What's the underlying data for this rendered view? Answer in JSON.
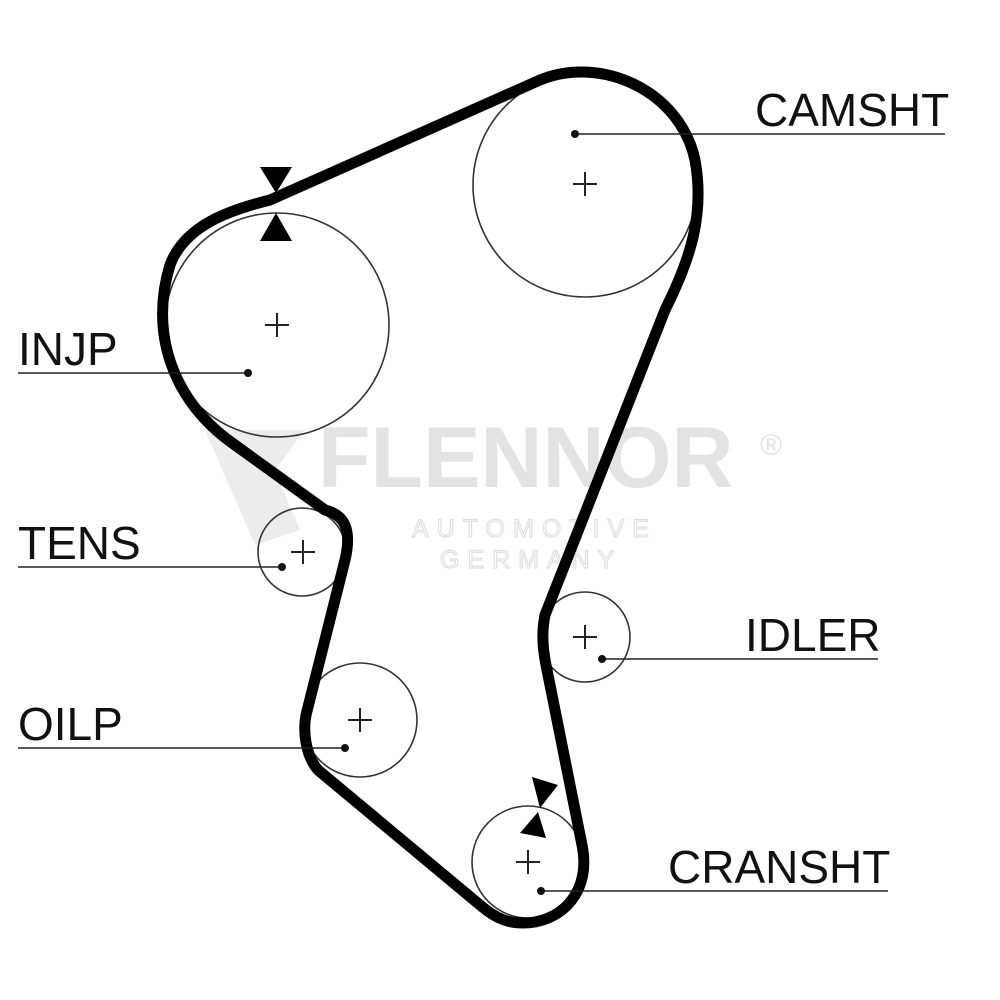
{
  "watermark": {
    "brand": "FLENNOR",
    "registered": "®",
    "line1": "AUTOMOTIVE",
    "line2": "GERMANY"
  },
  "labels": {
    "camshaft": "CAMSHT",
    "injection_pump": "INJP",
    "tensioner": "TENS",
    "idler": "IDLER",
    "oil_pump": "OILP",
    "crankshaft": "CRANSHT"
  },
  "colors": {
    "belt": "#000000",
    "pulley_outline": "#333333",
    "label_text": "#111111",
    "watermark": "#e3e3e3"
  },
  "icons": {
    "timing_mark": "triangle-pair-icon",
    "pulley_center": "crosshair-icon"
  }
}
